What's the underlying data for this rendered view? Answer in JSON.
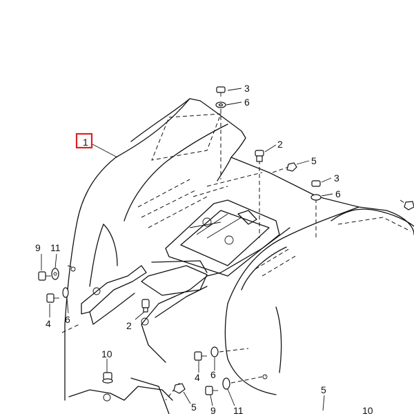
{
  "callouts": {
    "c1": "1",
    "c2a": "2",
    "c2b": "2",
    "c3a": "3",
    "c3b": "3",
    "c4a": "4",
    "c4b": "4",
    "c5a": "5",
    "c5b": "5",
    "c5c": "5",
    "c6a": "6",
    "c6b": "6",
    "c6c": "6",
    "c6d": "6",
    "c9a": "9",
    "c9b": "9",
    "c10a": "10",
    "c10b": "10",
    "c11a": "11",
    "c11b": "11"
  },
  "colors": {
    "line": "#111111",
    "highlight": "#e02020",
    "background": "#ffffff"
  }
}
